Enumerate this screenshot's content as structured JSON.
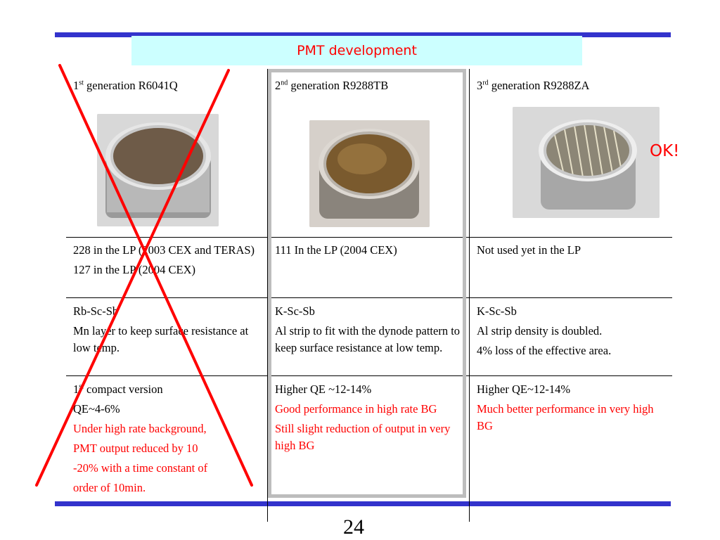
{
  "title": "PMT development",
  "ok_label": "OK!",
  "page_number": "24",
  "columns": [
    {
      "ord": "1",
      "sup": "st",
      "rest": " generation R6041Q",
      "usage": [
        "228 in the LP (2003 CEX and TERAS)",
        "127 in the LP (2004 CEX)"
      ],
      "cathode": "Rb-Sc-Sb",
      "layer": [
        "Mn layer to keep surface resistance at low temp."
      ],
      "perf_ord": "1",
      "perf_sup": "st",
      "perf_rest": " compact version",
      "perf_black": [
        "QE~4-6%"
      ],
      "perf_red": [
        "Under high rate background,",
        "PMT output reduced by 10",
        "-20% with a time constant of",
        "order of 10min."
      ]
    },
    {
      "ord": "2",
      "sup": "nd",
      "rest": " generation R9288TB",
      "usage": [
        "111 In the LP (2004 CEX)"
      ],
      "cathode": "K-Sc-Sb",
      "layer": [
        "Al strip to fit with the dynode pattern to keep surface resistance at low temp."
      ],
      "perf_black": [
        "Higher QE ~12-14%"
      ],
      "perf_red": [
        "Good performance in high rate BG",
        "Still slight reduction of output in very high BG"
      ]
    },
    {
      "ord": "3",
      "sup": "rd",
      "rest": " generation R9288ZA",
      "usage": [
        "Not used yet in the LP"
      ],
      "cathode": "K-Sc-Sb",
      "layer": [
        "Al strip density is doubled.",
        "4% loss of the effective area."
      ],
      "perf_black": [
        "Higher QE~12-14%"
      ],
      "perf_red": [
        "Much better performance in very high BG"
      ]
    }
  ],
  "colors": {
    "title_bg": "#ccffff",
    "accent": "#ff0000",
    "bar": "#3333cc",
    "highlight": "#bdbdbd"
  },
  "icons": {
    "cross": "red-x-cross"
  }
}
